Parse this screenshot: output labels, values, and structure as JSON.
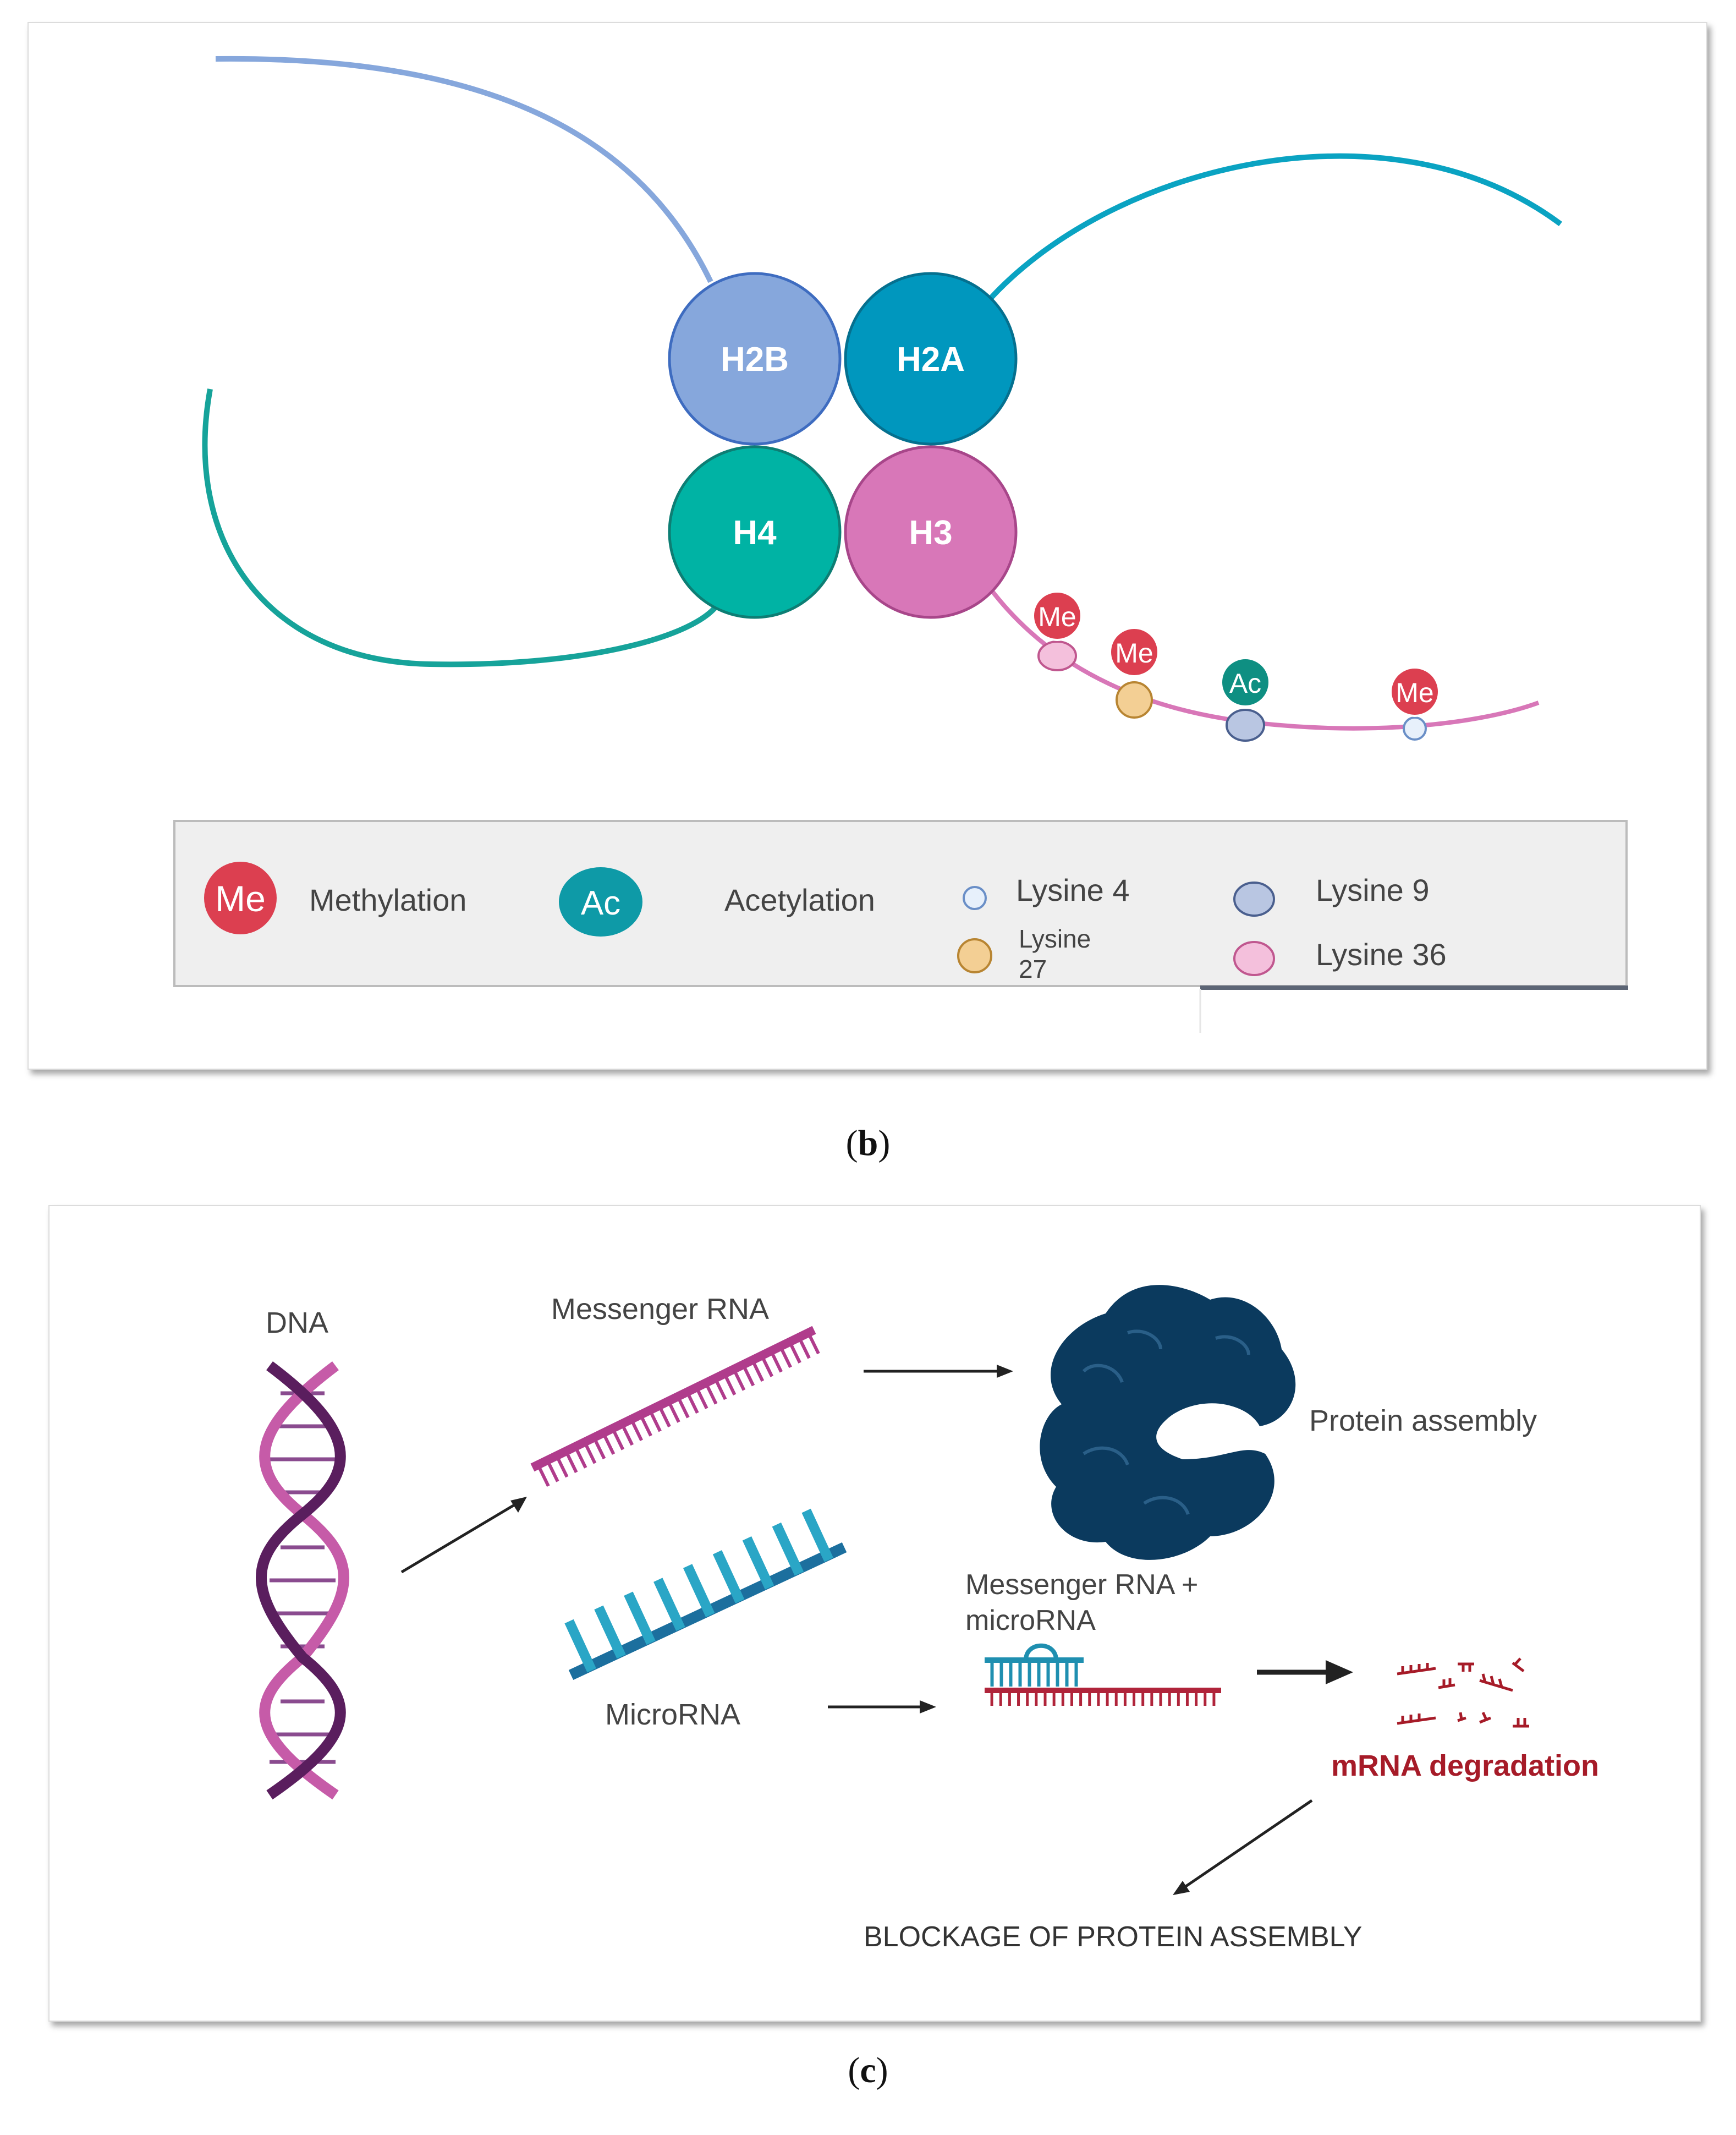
{
  "panel_b": {
    "histones": {
      "h2b": "H2B",
      "h2a": "H2A",
      "h4": "H4",
      "h3": "H3"
    },
    "marks": {
      "me1": "Me",
      "me2": "Me",
      "ac": "Ac",
      "me3": "Me"
    },
    "legend": {
      "me_badge": "Me",
      "methylation": "Methylation",
      "ac_badge": "Ac",
      "acetylation": "Acetylation",
      "lysine4": "Lysine 4",
      "lysine27_line1": "Lysine",
      "lysine27_line2": "27",
      "lysine9": "Lysine 9",
      "lysine36": "Lysine 36"
    },
    "colors": {
      "h2b": "#86a7dc",
      "h2a": "#0097be",
      "h4": "#00b3a4",
      "h3": "#d877b8",
      "methyl": "#dc3f50",
      "acetyl": "#0e8f82"
    }
  },
  "caption_b": {
    "open": "(",
    "letter": "b",
    "close": ")"
  },
  "panel_c": {
    "dna": "DNA",
    "messenger_rna": "Messenger RNA",
    "protein_assembly": "Protein assembly",
    "microrna": "MicroRNA",
    "complex_line1": "Messenger RNA +",
    "complex_line2": "microRNA",
    "mrna_degradation": "mRNA degradation",
    "blockage": "BLOCKAGE OF PROTEIN ASSEMBLY",
    "colors": {
      "mrna": "#b03c8c",
      "microrna": "#1f8fb0",
      "protein": "#0b3a5e",
      "degradation": "#a61b28"
    }
  },
  "caption_c": {
    "open": "(",
    "letter": "c",
    "close": ")"
  }
}
